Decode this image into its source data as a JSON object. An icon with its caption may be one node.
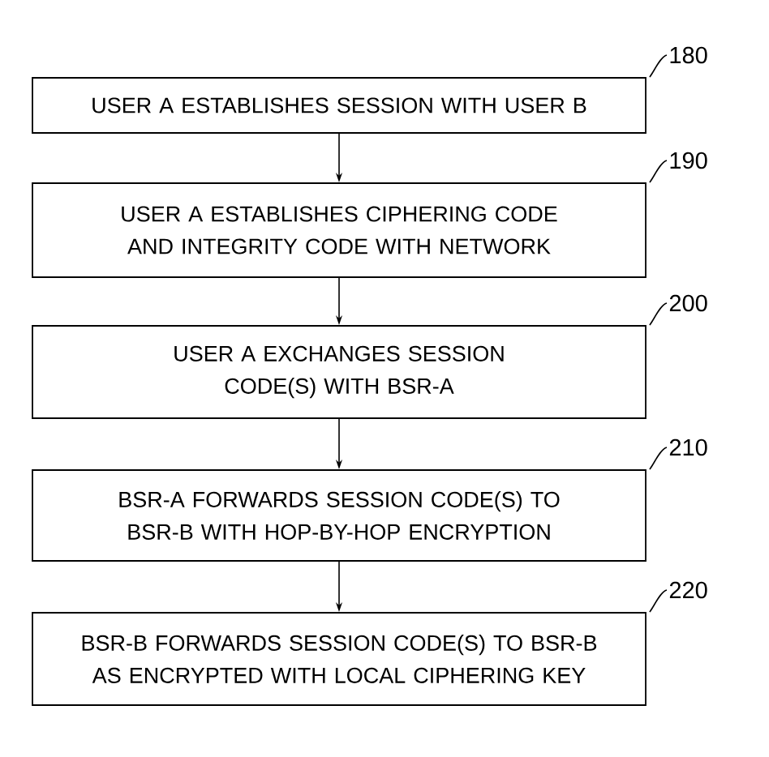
{
  "diagram": {
    "nodes": [
      {
        "text": [
          "USER A ESTABLISHES SESSION WITH USER B"
        ]
      },
      {
        "text": [
          "USER A ESTABLISHES CIPHERING CODE AND INTEGRITY CODE WITH NETWORK"
        ]
      },
      {
        "text": [
          "USER A EXCHANGES SESSION CODE(S) WITH BSR-A"
        ]
      },
      {
        "text": [
          "BSR-A FORWARDS SESSION CODE(S) TO BSR-B WITH HOP-BY-HOP ENCRYPTION"
        ]
      },
      {
        "text": [
          "BSR-B FORWARDS SESSION CODE(S) TO BSR-B AS ENCRYPTED WITH LOCAL CIPHERING KEY"
        ]
      },
      {
        "text": [
          "180"
        ]
      },
      {
        "text": [
          "190"
        ]
      },
      {
        "text": [
          "200"
        ]
      },
      {
        "text": [
          "210"
        ]
      },
      {
        "text": [
          "220"
        ]
      }
    ],
    "edges": [
      {
        "from": 0,
        "to": 1,
        "arrow": "to"
      },
      {
        "from": 1,
        "to": 2,
        "arrow": "to"
      },
      {
        "from": 2,
        "to": 3,
        "arrow": "to"
      },
      {
        "from": 3,
        "to": 4,
        "arrow": "to"
      },
      {
        "from": 5,
        "to": 0,
        "arrow": "none"
      },
      {
        "from": 6,
        "to": 1,
        "arrow": "none"
      },
      {
        "from": 7,
        "to": 2,
        "arrow": "none"
      },
      {
        "from": 8,
        "to": 3,
        "arrow": "none"
      },
      {
        "from": 9,
        "to": 4,
        "arrow": "none"
      }
    ]
  }
}
